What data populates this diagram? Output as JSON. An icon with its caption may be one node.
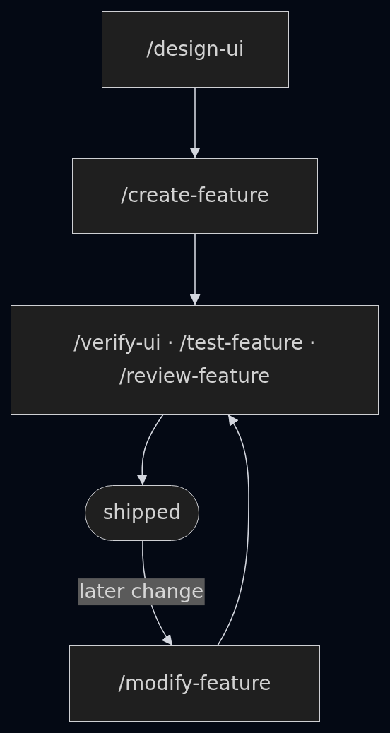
{
  "diagram": {
    "nodes": [
      {
        "text": [
          "/design-ui"
        ]
      },
      {
        "text": [
          "/create-feature"
        ]
      },
      {
        "text": [
          "/verify-ui · /test-feature · /review-feature"
        ]
      },
      {
        "text": [
          "shipped"
        ]
      },
      {
        "text": [
          "/modify-feature"
        ]
      }
    ],
    "edges": [
      {
        "from": 0,
        "to": 1,
        "arrow": "to"
      },
      {
        "from": 1,
        "to": 2,
        "arrow": "to"
      },
      {
        "from": 2,
        "to": 3,
        "arrow": "to"
      },
      {
        "from": 3,
        "to": 4,
        "arrow": "to",
        "label": "later change"
      },
      {
        "from": 4,
        "to": 2,
        "arrow": "to"
      }
    ]
  }
}
